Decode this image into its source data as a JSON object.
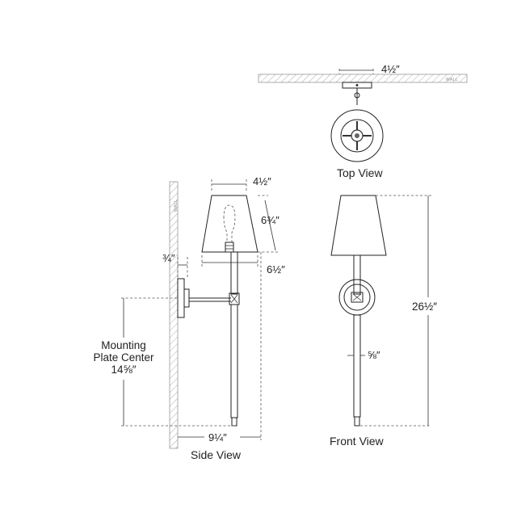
{
  "labels": {
    "top_width": "4½″",
    "top_view": "Top View",
    "side_shade_top": "4½″",
    "side_shade_height": "6¾″",
    "side_shade_bottom": "6½″",
    "side_plate_depth": "¾″",
    "mounting_line1": "Mounting",
    "mounting_line2": "Plate Center",
    "mounting_value": "14⅝″",
    "side_extension": "9¼″",
    "side_view": "Side View",
    "front_height": "26½″",
    "front_rod": "⅝″",
    "front_view": "Front View",
    "wall_text": "WALL"
  }
}
